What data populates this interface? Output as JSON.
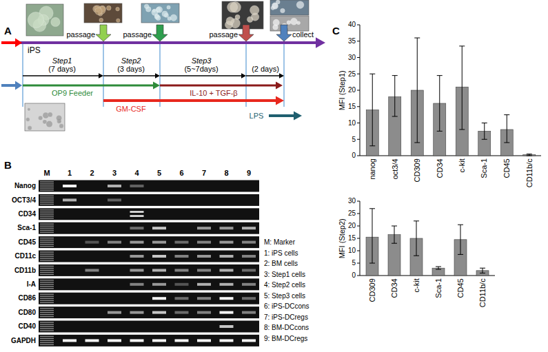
{
  "diagram": {
    "labels": [
      "A",
      "iPS",
      "passage",
      "passage",
      "passage",
      "collect",
      "Step1",
      "(7 days)",
      "Step2",
      "(3 days)",
      "Step3",
      "(5~7days)",
      "(2 days)",
      "OP9 Feeder",
      "GM-CSF",
      "IL-10 + TGF-β",
      "LPS",
      "B",
      "M",
      "1",
      "2",
      "3",
      "4",
      "5",
      "6",
      "7",
      "8",
      "9",
      "Nanog",
      "OCT3/4",
      "CD34",
      "Sca-1",
      "CD45",
      "CD11c",
      "CD11b",
      "I-A",
      "CD86",
      "CD80",
      "CD40",
      "GAPDH",
      "M: Marker",
      "1: iPS cells",
      "2: BM cells",
      "3: Step1 cells",
      "4: Step2 cells",
      "5: Step3 cells",
      "6: iPS-DCcons",
      "7: iPS-DCregs",
      "8: BM-DCcons",
      "9: BM-DCregs",
      "C",
      "MFI (Step1)",
      "0",
      "5",
      "10",
      "15",
      "20",
      "25",
      "30",
      "35",
      "40",
      "nanog",
      "oct3/4",
      "CD309",
      "CD34",
      "c-kit",
      "Sca-1",
      "CD45",
      "CD11b/c",
      "MFI (Step2)",
      "0",
      "5",
      "10",
      "15",
      "20",
      "25",
      "30",
      "CD309",
      "CD34",
      "c-kit",
      "Sca-1",
      "CD45",
      "CD11b/c"
    ]
  }
}
